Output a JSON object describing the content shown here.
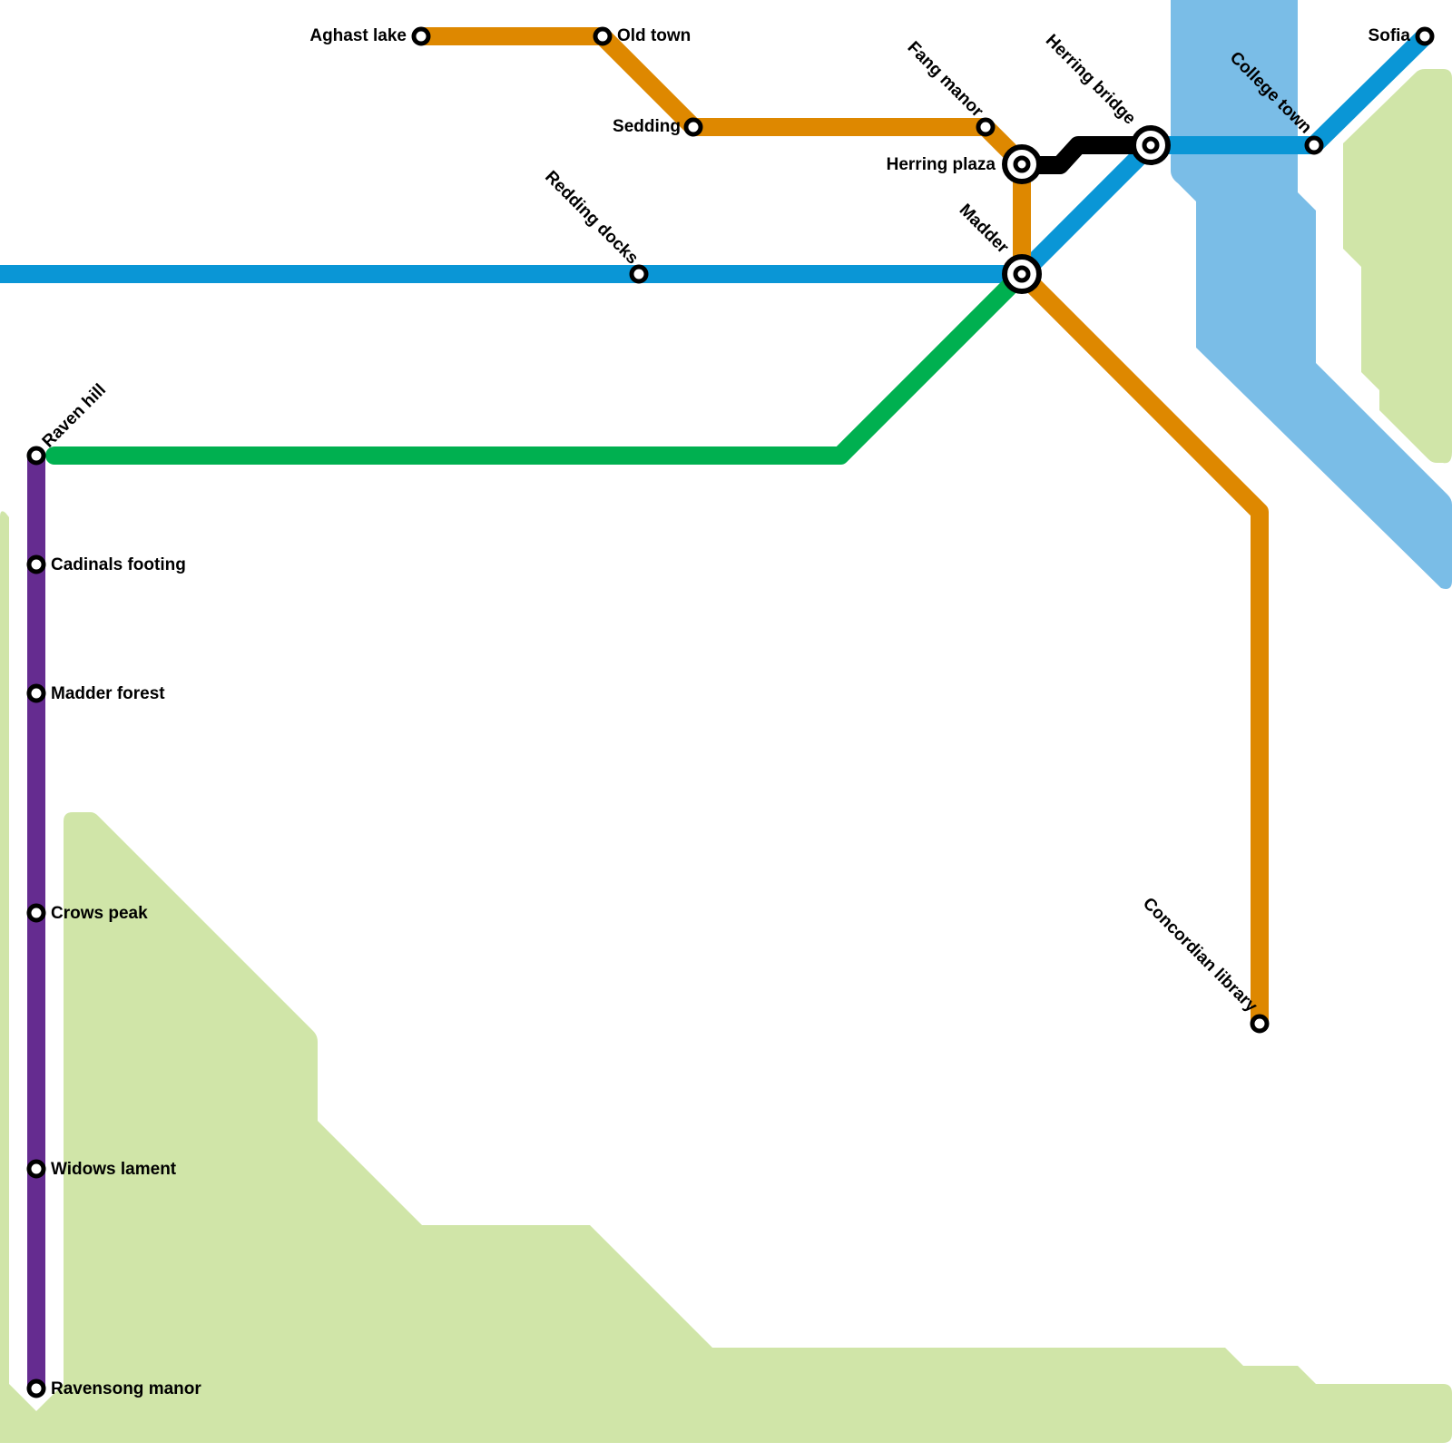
{
  "map": {
    "colors": {
      "background": "#ffffff",
      "land": "#d0e5a8",
      "water": "#7abde7",
      "station_fill": "#ffffff",
      "station_stroke": "#000000"
    },
    "lines": [
      {
        "id": "orange",
        "name": "Orange line",
        "color": "#de8800",
        "stations": [
          "Aghast lake",
          "Old town",
          "Sedding",
          "Fang manor",
          "Herring plaza",
          "Madder",
          "Concordian library"
        ]
      },
      {
        "id": "blue",
        "name": "Blue line",
        "color": "#0a96d6",
        "stations": [
          "Redding docks",
          "Madder",
          "Herring bridge",
          "College town",
          "Sofia"
        ]
      },
      {
        "id": "green",
        "name": "Green line",
        "color": "#00b050",
        "stations": [
          "Raven hill",
          "Madder"
        ]
      },
      {
        "id": "purple",
        "name": "Purple line",
        "color": "#652c90",
        "stations": [
          "Raven hill",
          "Cadinals footing",
          "Madder forest",
          "Crows peak",
          "Widows lament",
          "Ravensong manor"
        ]
      },
      {
        "id": "black",
        "name": "Black line",
        "color": "#000000",
        "stations": [
          "Herring plaza",
          "Herring bridge"
        ]
      }
    ],
    "stations": [
      {
        "name": "Aghast lake",
        "interchange": false
      },
      {
        "name": "Old town",
        "interchange": false
      },
      {
        "name": "Sedding",
        "interchange": false
      },
      {
        "name": "Fang manor",
        "interchange": false
      },
      {
        "name": "Herring plaza",
        "interchange": true
      },
      {
        "name": "Herring bridge",
        "interchange": true
      },
      {
        "name": "College town",
        "interchange": false
      },
      {
        "name": "Sofia",
        "interchange": false
      },
      {
        "name": "Redding docks",
        "interchange": false
      },
      {
        "name": "Madder",
        "interchange": true
      },
      {
        "name": "Raven hill",
        "interchange": false
      },
      {
        "name": "Cadinals footing",
        "interchange": false
      },
      {
        "name": "Madder forest",
        "interchange": false
      },
      {
        "name": "Crows peak",
        "interchange": false
      },
      {
        "name": "Widows lament",
        "interchange": false
      },
      {
        "name": "Ravensong manor",
        "interchange": false
      },
      {
        "name": "Concordian library",
        "interchange": false
      }
    ]
  }
}
